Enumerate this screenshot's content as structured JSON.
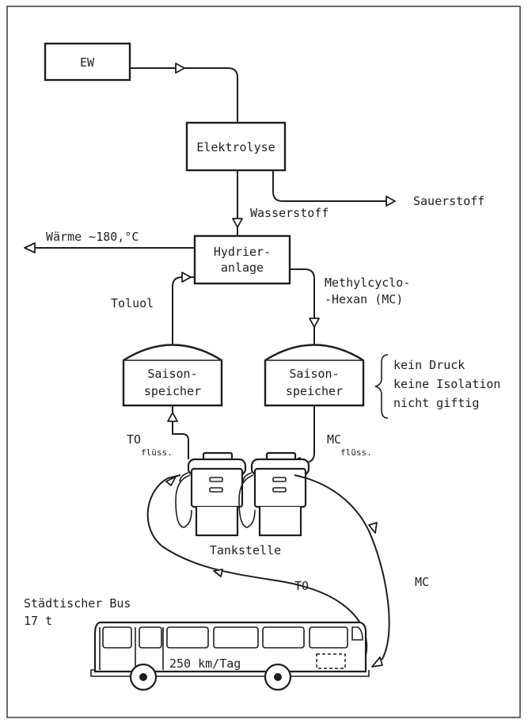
{
  "nodes": {
    "ew": "EW",
    "elektrolyse": "Elektrolyse",
    "hydrier_line1": "Hydrier-",
    "hydrier_line2": "anlage",
    "speicher_left_line1": "Saison-",
    "speicher_left_line2": "speicher",
    "speicher_right_line1": "Saison-",
    "speicher_right_line2": "speicher",
    "tankstelle": "Tankstelle",
    "bus_line1": "Städtischer Bus",
    "bus_line2": "17 t",
    "bus_distance": "250 km/Tag"
  },
  "edges": {
    "sauerstoff": "Sauerstoff",
    "wasserstoff": "Wasserstoff",
    "waerme": "Wärme ~180,°C",
    "toluol": "Toluol",
    "mch_line1": "Methylcyclo-",
    "mch_line2": "-Hexan (MC)",
    "to_main": "TO",
    "to_sub": "flüss.",
    "mc_main": "MC",
    "mc_sub": "flüss.",
    "to_return": "TO",
    "mc_return": "MC"
  },
  "notes": {
    "line1": "kein Druck",
    "line2": "keine Isolation",
    "line3": "nicht giftig"
  }
}
